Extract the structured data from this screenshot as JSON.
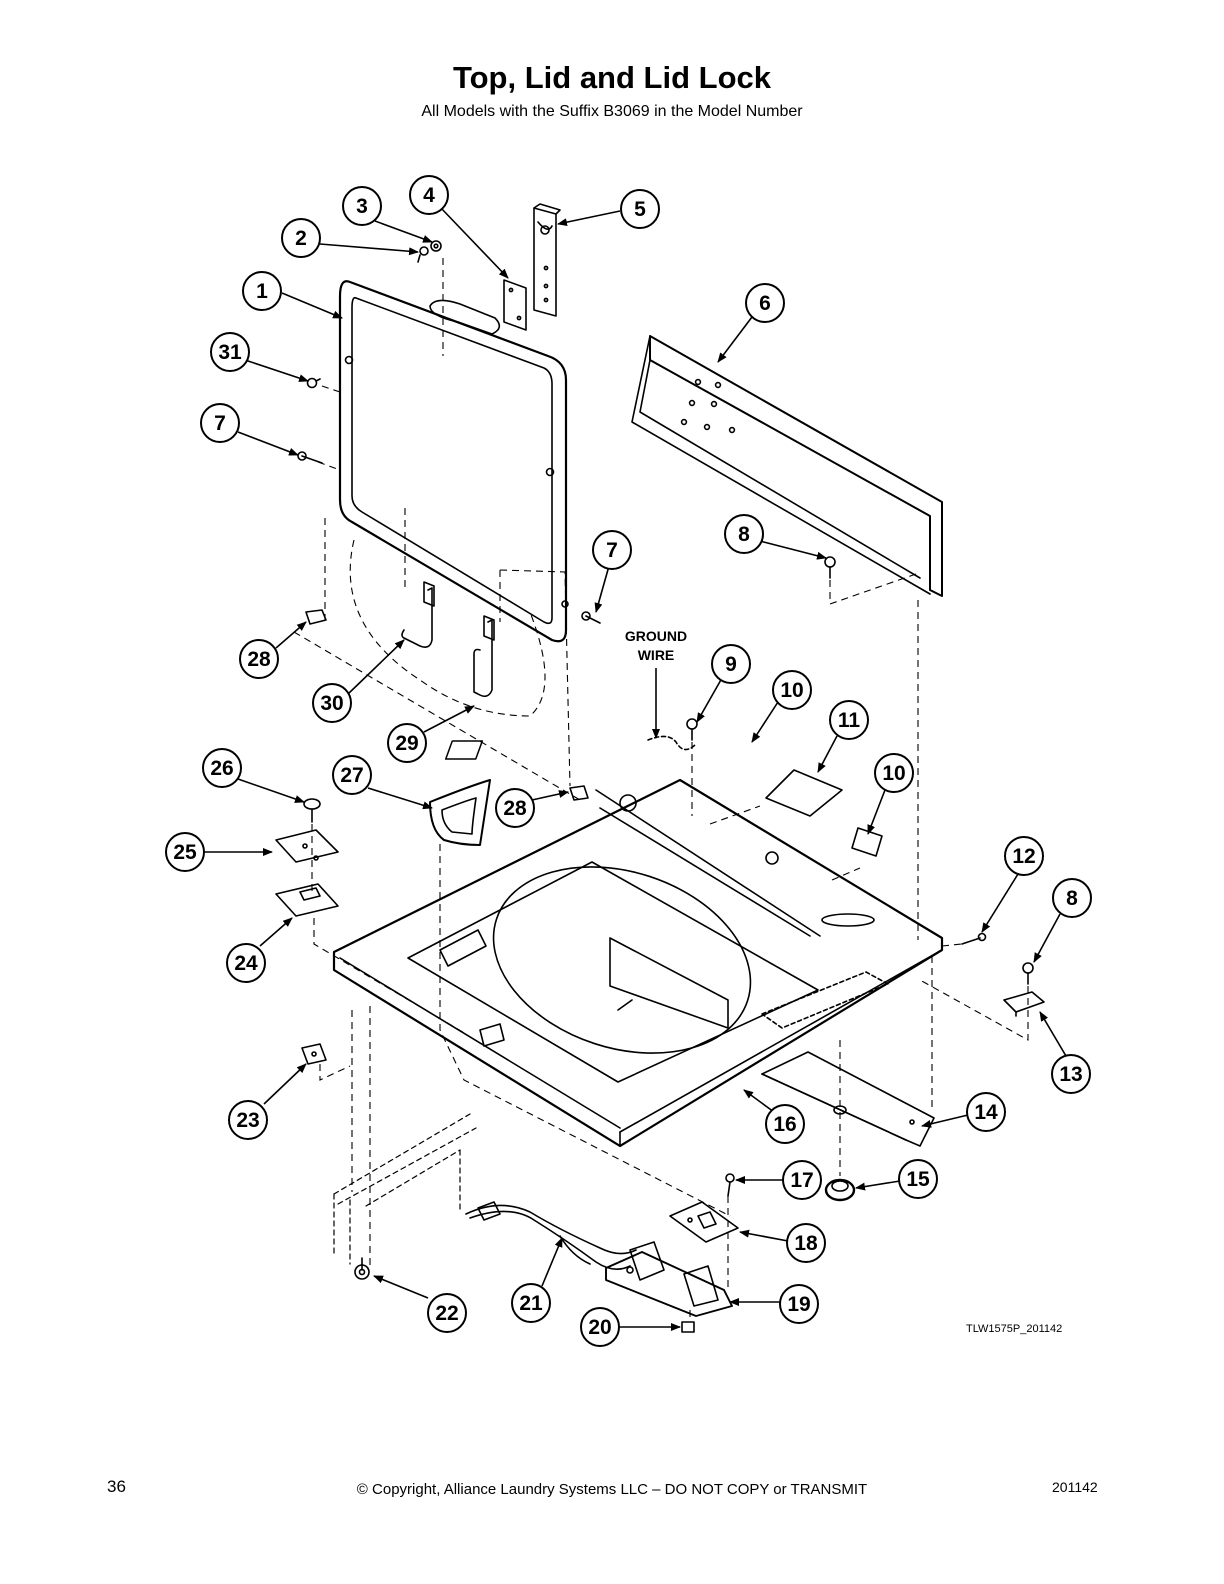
{
  "title": "Top, Lid and Lid Lock",
  "subtitle": "All Models with the Suffix B3069 in the Model Number",
  "annotation_ground_wire_line1": "GROUND",
  "annotation_ground_wire_line2": "WIRE",
  "drawing_code": "TLW1575P_201142",
  "footer": {
    "page_number": "36",
    "copyright": "© Copyright, Alliance Laundry Systems LLC – DO NOT COPY or TRANSMIT",
    "doc_code": "201142"
  },
  "callouts": [
    "1",
    "2",
    "3",
    "4",
    "5",
    "6",
    "31",
    "7",
    "8",
    "7",
    "28",
    "30",
    "29",
    "9",
    "10",
    "11",
    "10",
    "26",
    "27",
    "28",
    "25",
    "24",
    "12",
    "8",
    "13",
    "23",
    "16",
    "14",
    "17",
    "15",
    "18",
    "21",
    "19",
    "22",
    "20"
  ]
}
